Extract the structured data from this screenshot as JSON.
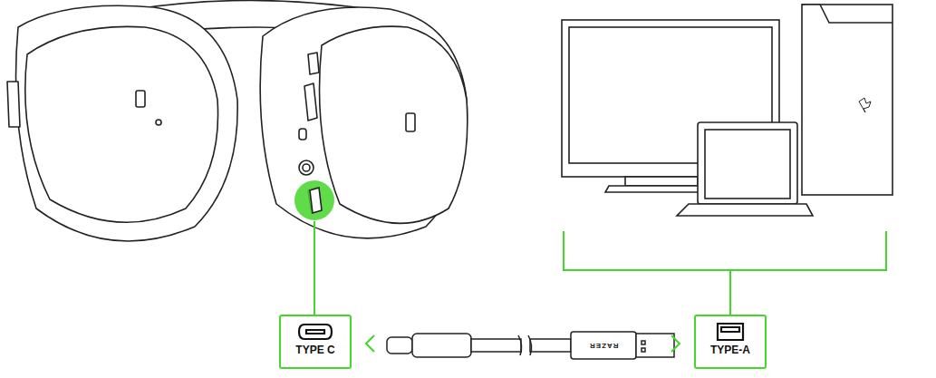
{
  "diagram": {
    "nodes": [
      {
        "text": [
          "TYPE C"
        ]
      },
      {
        "text": [
          "TYPE-A"
        ]
      }
    ],
    "edges": [
      {
        "from": 0,
        "to": 1,
        "arrow": "both"
      }
    ],
    "labels": [
      "RAZER"
    ]
  }
}
